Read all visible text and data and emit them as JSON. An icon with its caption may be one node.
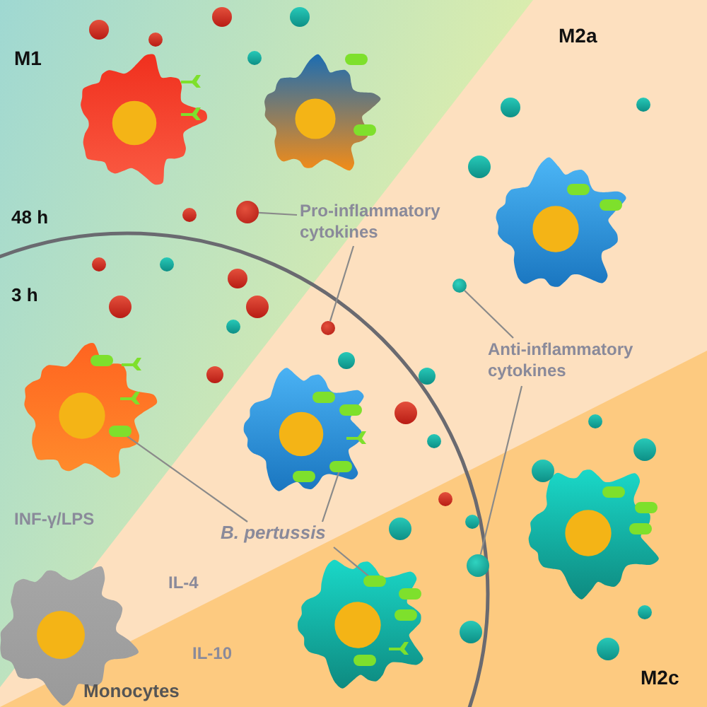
{
  "diagram": {
    "nodes": [
      {
        "text": [],
        "shape": "circle"
      },
      {
        "text": [
          "Pro-inflammatory cytokines"
        ]
      },
      {
        "text": [],
        "shape": "circle"
      },
      {
        "text": [],
        "shape": "circle"
      },
      {
        "text": [
          "Anti-inflammatory cytokines"
        ]
      },
      {
        "text": [],
        "shape": "bar"
      },
      {
        "text": [],
        "shape": "bar"
      },
      {
        "text": [
          "B. pertussis"
        ]
      },
      {
        "text": [],
        "shape": "circle"
      },
      {
        "text": [],
        "shape": "bar"
      }
    ],
    "edges": [
      {
        "from": 1,
        "to": 0,
        "arrow": "none"
      },
      {
        "from": 1,
        "to": 2,
        "arrow": "none"
      },
      {
        "from": 4,
        "to": 3,
        "arrow": "none"
      },
      {
        "from": 4,
        "to": 8,
        "arrow": "none"
      },
      {
        "from": 7,
        "to": 5,
        "arrow": "none"
      },
      {
        "from": 7,
        "to": 6,
        "arrow": "none"
      },
      {
        "from": 7,
        "to": 9,
        "arrow": "none"
      }
    ],
    "labels": [
      "M1",
      "M2a",
      "48 h",
      "3 h",
      "INF-γ/LPS",
      "IL-4",
      "IL-10",
      "Monocytes",
      "M2c"
    ]
  }
}
